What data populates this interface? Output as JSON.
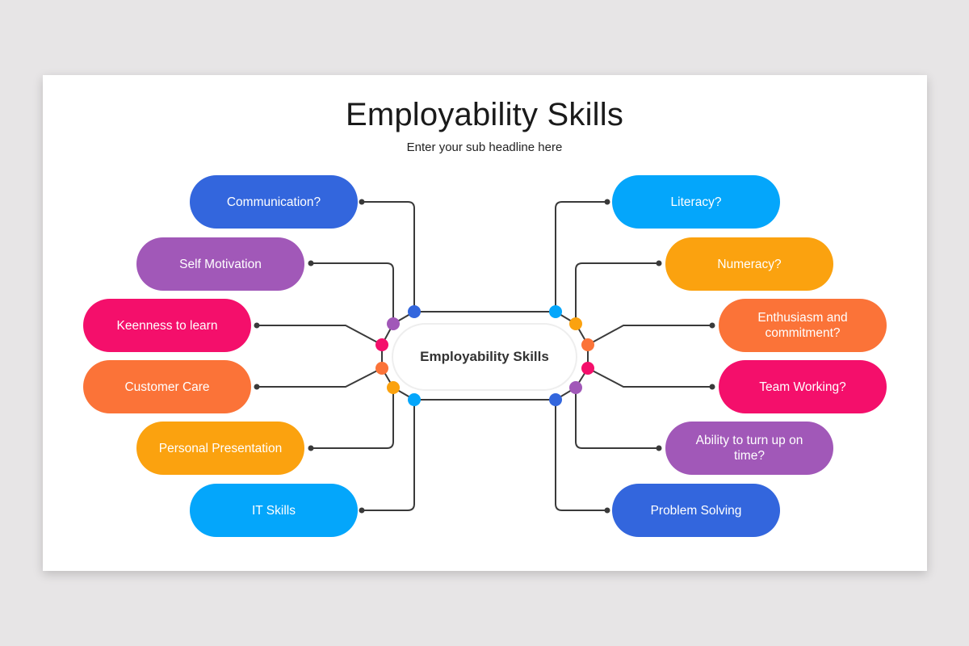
{
  "header": {
    "title": "Employability Skills",
    "subtitle": "Enter your sub headline here"
  },
  "center": {
    "label": "Employability Skills"
  },
  "colors": {
    "blue": "#3366dd",
    "purple": "#a158b8",
    "pink": "#f40f6b",
    "orange": "#fb7338",
    "amber": "#fba20f",
    "sky": "#04a6fb",
    "line": "#3a3a3a"
  },
  "left_skills": [
    {
      "label": "Communication?",
      "color": "#3366dd"
    },
    {
      "label": "Self Motivation",
      "color": "#a158b8"
    },
    {
      "label": "Keenness to learn",
      "color": "#f40f6b"
    },
    {
      "label": "Customer Care",
      "color": "#fb7338"
    },
    {
      "label": "Personal Presentation",
      "color": "#fba20f"
    },
    {
      "label": "IT Skills",
      "color": "#04a6fb"
    }
  ],
  "right_skills": [
    {
      "label": "Literacy?",
      "color": "#04a6fb"
    },
    {
      "label": "Numeracy?",
      "color": "#fba20f"
    },
    {
      "label": "Enthusiasm and commitment?",
      "color": "#fb7338"
    },
    {
      "label": "Team Working?",
      "color": "#f40f6b"
    },
    {
      "label": "Ability to turn up on time?",
      "color": "#a158b8"
    },
    {
      "label": "Problem Solving",
      "color": "#3366dd"
    }
  ]
}
